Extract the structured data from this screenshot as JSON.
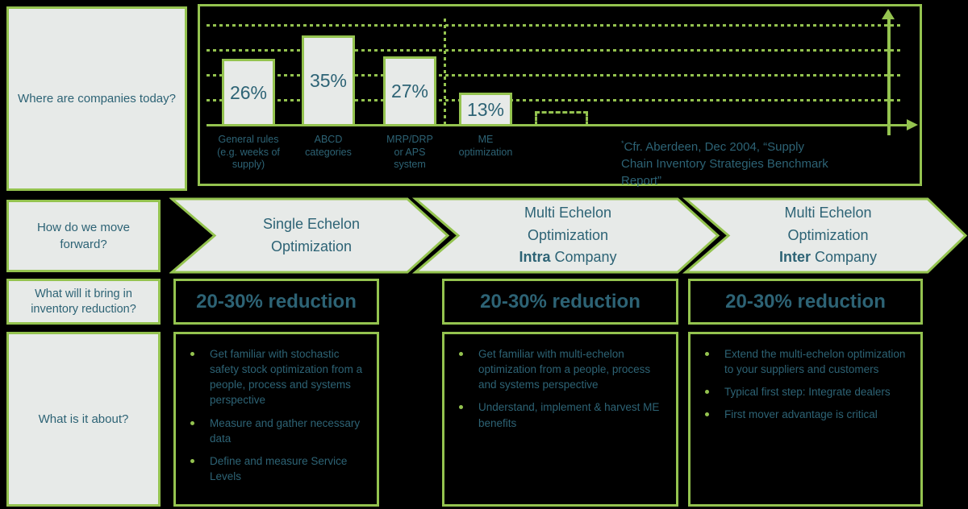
{
  "palette": {
    "background": "#000000",
    "accent_green": "#94c34f",
    "box_fill": "#e7eae8",
    "text_teal": "#2d6375"
  },
  "questions": {
    "q1": "Where are companies today?",
    "q2": "How do we move forward?",
    "q3": "What will it bring in inventory reduction?",
    "q4": "What is it about?"
  },
  "chart_data": {
    "type": "bar",
    "title": "",
    "xlabel": "",
    "ylabel": "",
    "categories": [
      "General rules\n(e.g. weeks of\nsupply)",
      "ABCD\ncategories",
      "MRP/DRP\nor APS\nsystem",
      "ME\noptimization"
    ],
    "values": [
      26,
      35,
      27,
      13
    ],
    "labels": [
      "26%",
      "35%",
      "27%",
      "13%"
    ],
    "placeholder_value": 6,
    "placeholder_style": "dashed-outline-empty-bar",
    "ylim": [
      0,
      45
    ],
    "gridlines_pct": [
      10,
      20,
      30,
      40
    ],
    "grid": "dashed-horizontal",
    "legend": "none",
    "citation_marker": "*",
    "citation": "Cfr. Aberdeen, Dec 2004, “Supply Chain Inventory Strategies Benchmark Report”"
  },
  "chevrons": [
    {
      "line1": "Single Echelon",
      "line2": "Optimization",
      "bold": "",
      "rest": ""
    },
    {
      "line1": "Multi Echelon",
      "line2": "Optimization",
      "bold": "Intra",
      "rest": " Company"
    },
    {
      "line1": "Multi Echelon",
      "line2": "Optimization",
      "bold": "Inter",
      "rest": " Company"
    }
  ],
  "reduction_boxes": [
    "20-30% reduction",
    "20-30% reduction",
    "20-30% reduction"
  ],
  "about_columns": [
    {
      "bullets": [
        "Get familiar with stochastic safety stock optimization from a people, process and systems perspective",
        "Measure and gather necessary data",
        "Define and measure Service Levels"
      ]
    },
    {
      "bullets": [
        "Get familiar with multi-echelon optimization from a people, process and systems perspective",
        "Understand, implement & harvest ME benefits"
      ]
    },
    {
      "bullets": [
        "Extend the multi-echelon optimization to your suppliers and customers",
        "Typical first step: Integrate dealers",
        "First mover advantage is critical"
      ]
    }
  ]
}
